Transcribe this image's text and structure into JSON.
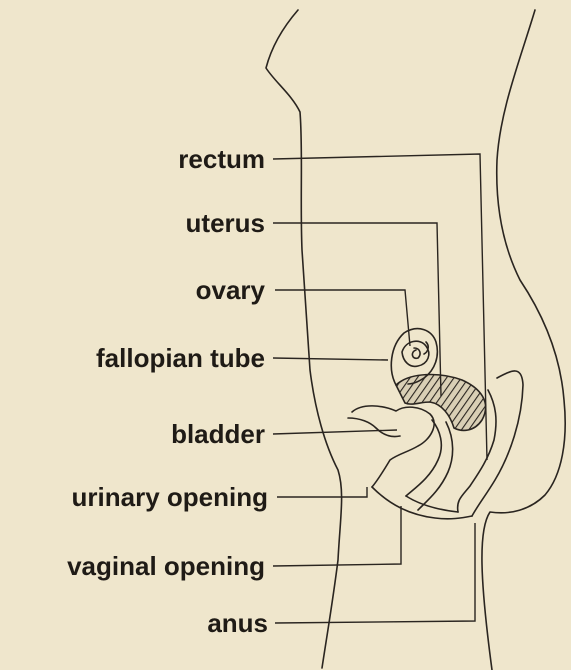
{
  "diagram": {
    "labels": {
      "rectum": "rectum",
      "uterus": "uterus",
      "ovary": "ovary",
      "fallopian_tube": "fallopian tube",
      "bladder": "bladder",
      "urinary_opening": "urinary opening",
      "vaginal_opening": "vaginal opening",
      "anus": "anus"
    },
    "colors": {
      "paper": "#efe6cc",
      "ink": "#2a2520",
      "uterus_fill": "#3a3430"
    }
  }
}
